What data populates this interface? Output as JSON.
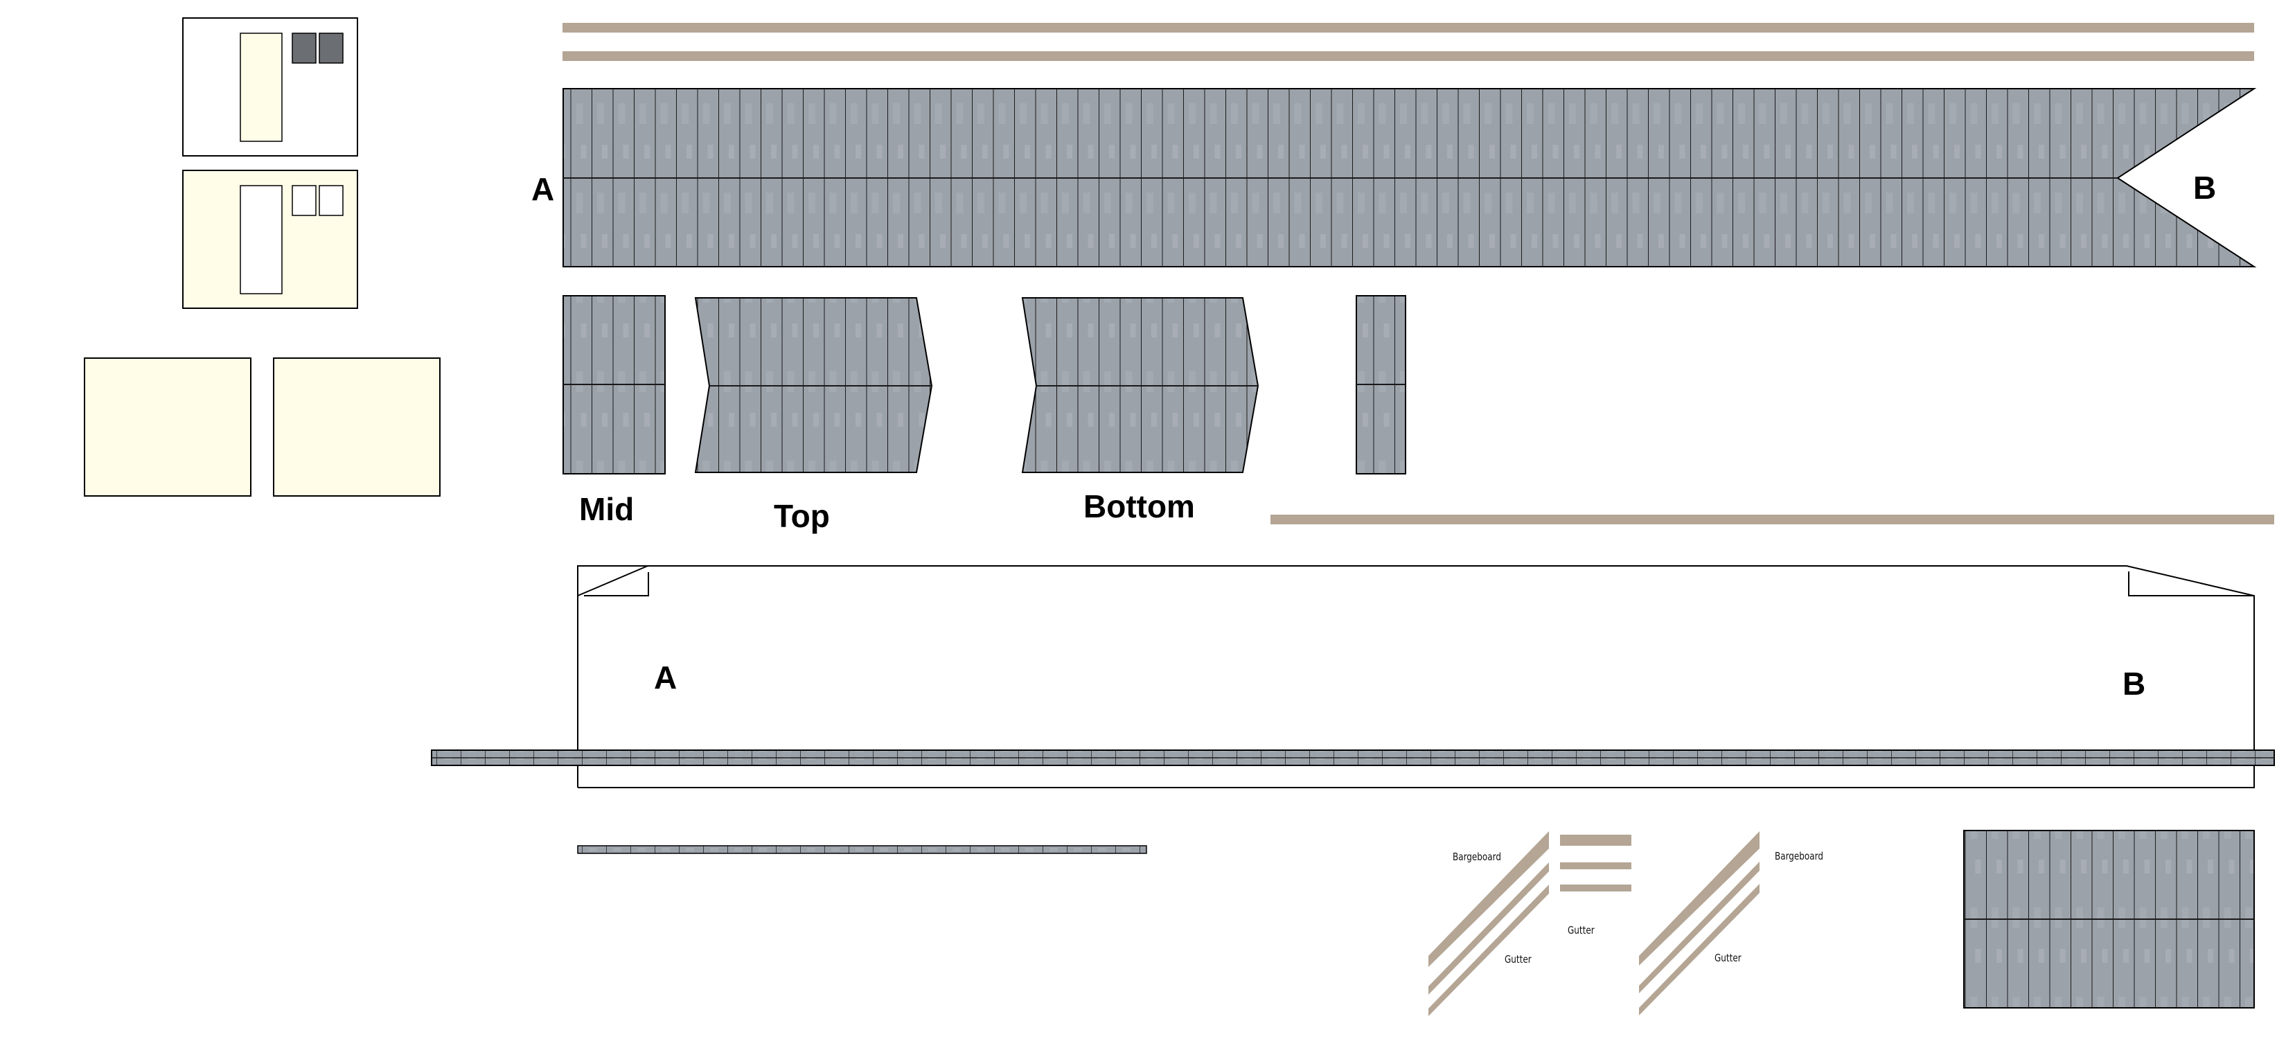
{
  "colors": {
    "tan": "#b4a594",
    "slate": "#9ca2aa",
    "tile_line": "#1a1a1a",
    "cream": "#fffde8",
    "dark_slate": "#6b6e72"
  },
  "labels": {
    "main_a": "A",
    "main_b": "B",
    "mid": "Mid",
    "top": "Top",
    "bottom": "Bottom",
    "outline_a": "A",
    "outline_b": "B",
    "bargeboard_1": "Bargeboard",
    "gutter_1": "Gutter",
    "gutter_2": "Gutter",
    "bargeboard_2": "Bargeboard",
    "gutter_3": "Gutter"
  }
}
